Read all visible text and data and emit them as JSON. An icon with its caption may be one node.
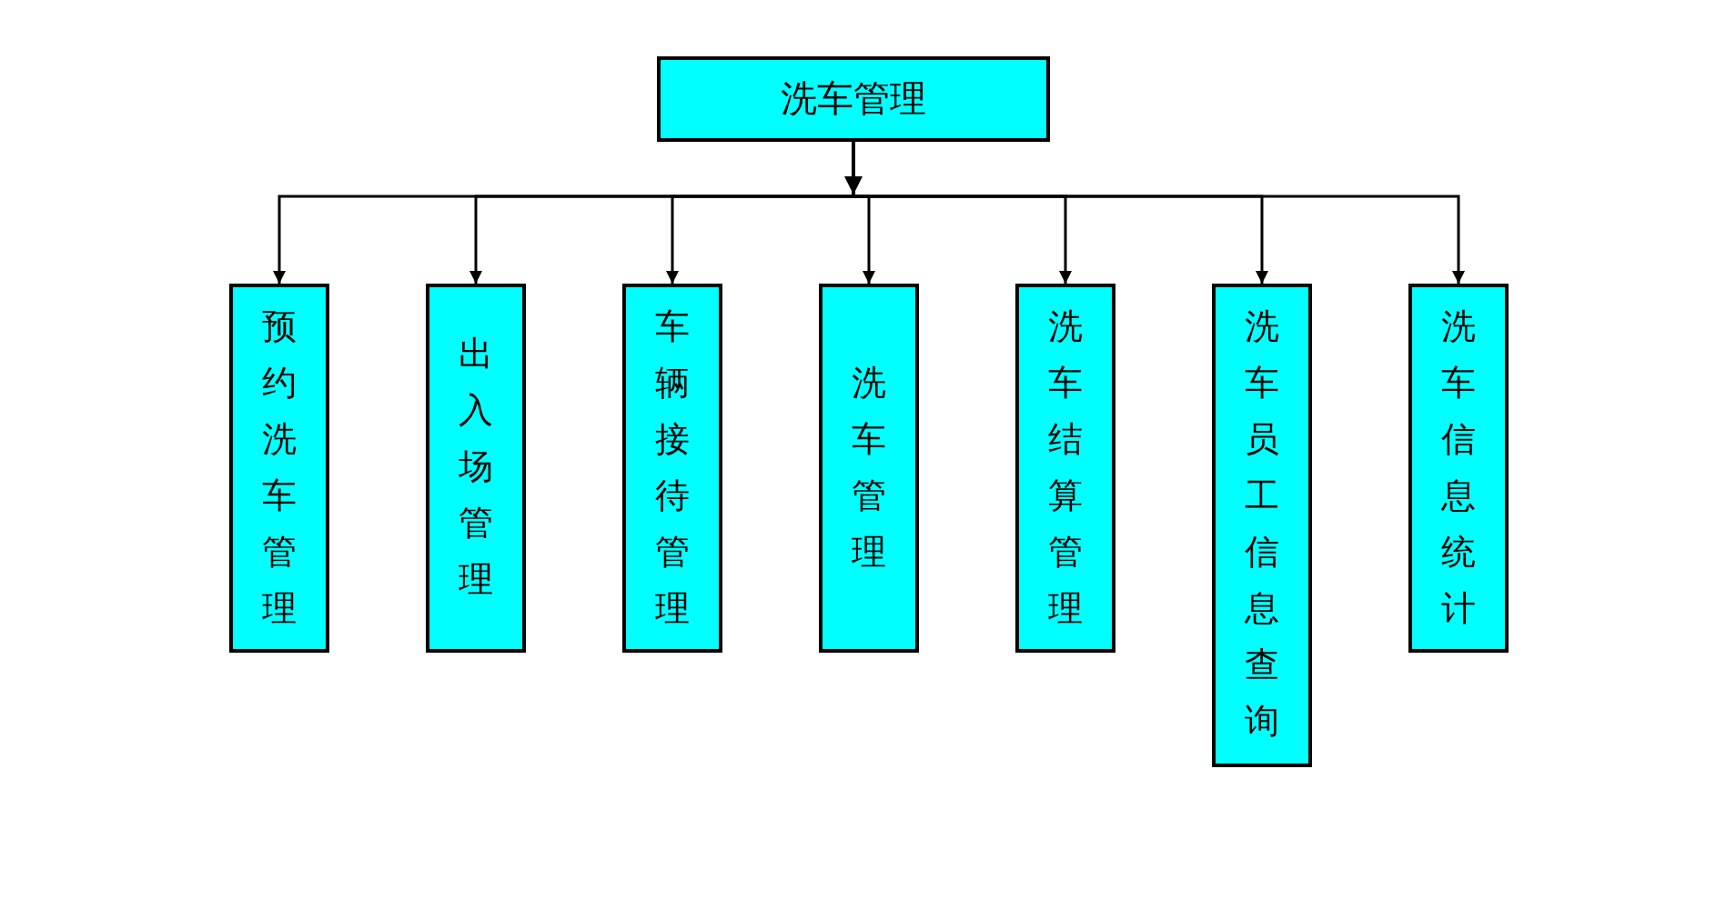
{
  "diagram": {
    "nodes": [
      {
        "text": [
          "洗车管理"
        ]
      },
      {
        "text": [
          "预约洗车管理"
        ]
      },
      {
        "text": [
          "出入场管理"
        ]
      },
      {
        "text": [
          "车辆接待管理"
        ]
      },
      {
        "text": [
          "洗车管理"
        ]
      },
      {
        "text": [
          "洗车结算管理"
        ]
      },
      {
        "text": [
          "洗车员工信息查询"
        ]
      },
      {
        "text": [
          "洗车信息统计"
        ]
      }
    ],
    "edges": [
      {
        "from": 0,
        "to": 1,
        "arrow": "to"
      },
      {
        "from": 0,
        "to": 2,
        "arrow": "to"
      },
      {
        "from": 0,
        "to": 3,
        "arrow": "to"
      },
      {
        "from": 0,
        "to": 4,
        "arrow": "to"
      },
      {
        "from": 0,
        "to": 5,
        "arrow": "to"
      },
      {
        "from": 0,
        "to": 6,
        "arrow": "to"
      },
      {
        "from": 0,
        "to": 7,
        "arrow": "to"
      }
    ]
  }
}
